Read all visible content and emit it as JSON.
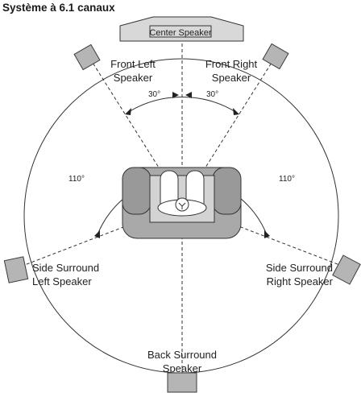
{
  "title": "Système à 6.1 canaux",
  "speakers": {
    "center": "Center Speaker",
    "front_left_l1": "Front Left",
    "front_left_l2": "Speaker",
    "front_right_l1": "Front Right",
    "front_right_l2": "Speaker",
    "side_left_l1": "Side Surround",
    "side_left_l2": "Left Speaker",
    "side_right_l1": "Side Surround",
    "side_right_l2": "Right Speaker",
    "back_l1": "Back Surround",
    "back_l2": "Speaker"
  },
  "angles": {
    "front_left": "30°",
    "front_right": "30°",
    "side_left": "110°",
    "side_right": "110°"
  },
  "colors": {
    "speaker_fill": "#b5b5b5",
    "center_fill": "#d8d8d8",
    "sofa_fill": "#a9a9a9"
  }
}
